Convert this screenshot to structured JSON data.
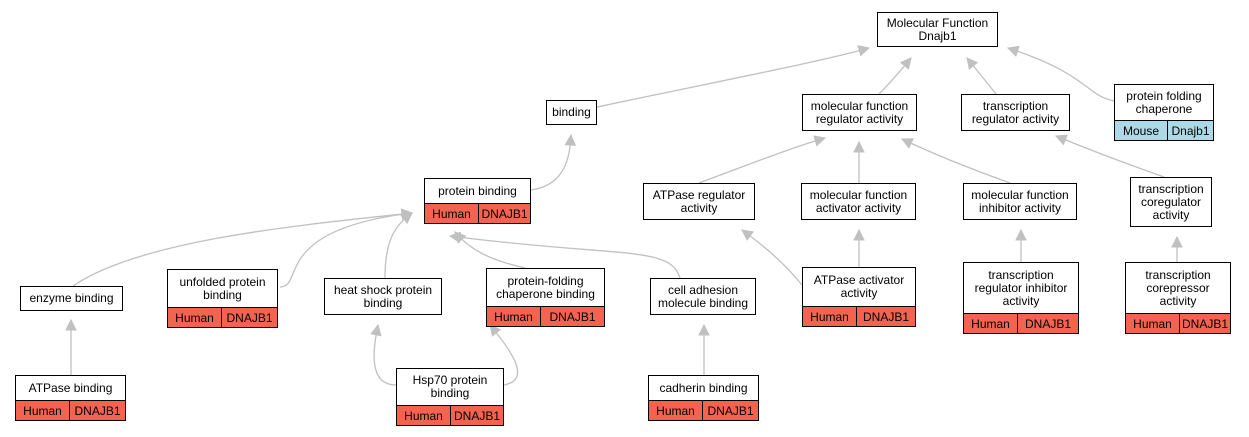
{
  "colors": {
    "human": "#f26450",
    "mouse": "#add8e6",
    "edge": "#c0c0c0"
  },
  "nodes": [
    {
      "id": "mf",
      "lines": [
        "Molecular Function",
        "Dnajb1"
      ]
    },
    {
      "id": "binding",
      "lines": [
        "binding"
      ]
    },
    {
      "id": "mfr",
      "lines": [
        "molecular function",
        "regulator activity"
      ]
    },
    {
      "id": "tra",
      "lines": [
        "transcription",
        "regulator activity"
      ]
    },
    {
      "id": "pfc",
      "lines": [
        "protein folding",
        "chaperone"
      ],
      "tags": [
        {
          "species": "Mouse",
          "gene": "Dnajb1"
        }
      ]
    },
    {
      "id": "pb",
      "lines": [
        "protein binding"
      ],
      "tags": [
        {
          "species": "Human",
          "gene": "DNAJB1"
        }
      ]
    },
    {
      "id": "atpr",
      "lines": [
        "ATPase regulator",
        "activity"
      ]
    },
    {
      "id": "mfa",
      "lines": [
        "molecular function",
        "activator activity"
      ]
    },
    {
      "id": "mfi",
      "lines": [
        "molecular function",
        "inhibitor activity"
      ]
    },
    {
      "id": "tcoreg",
      "lines": [
        "transcription",
        "coregulator",
        "activity"
      ]
    },
    {
      "id": "enz",
      "lines": [
        "enzyme binding"
      ]
    },
    {
      "id": "upb",
      "lines": [
        "unfolded protein",
        "binding"
      ],
      "tags": [
        {
          "species": "Human",
          "gene": "DNAJB1"
        }
      ]
    },
    {
      "id": "hspb",
      "lines": [
        "heat shock protein",
        "binding"
      ]
    },
    {
      "id": "pfcb",
      "lines": [
        "protein-folding",
        "chaperone binding"
      ],
      "tags": [
        {
          "species": "Human",
          "gene": "DNAJB1"
        }
      ]
    },
    {
      "id": "cadm",
      "lines": [
        "cell adhesion",
        "molecule binding"
      ]
    },
    {
      "id": "atpact",
      "lines": [
        "ATPase activator",
        "activity"
      ],
      "tags": [
        {
          "species": "Human",
          "gene": "DNAJB1"
        }
      ]
    },
    {
      "id": "trinh",
      "lines": [
        "transcription",
        "regulator inhibitor",
        "activity"
      ],
      "tags": [
        {
          "species": "Human",
          "gene": "DNAJB1"
        }
      ]
    },
    {
      "id": "tcorep",
      "lines": [
        "transcription",
        "corepressor",
        "activity"
      ],
      "tags": [
        {
          "species": "Human",
          "gene": "DNAJB1"
        }
      ]
    },
    {
      "id": "atpb",
      "lines": [
        "ATPase binding"
      ],
      "tags": [
        {
          "species": "Human",
          "gene": "DNAJB1"
        }
      ]
    },
    {
      "id": "hsp70",
      "lines": [
        "Hsp70 protein",
        "binding"
      ],
      "tags": [
        {
          "species": "Human",
          "gene": "DNAJB1"
        }
      ]
    },
    {
      "id": "cadh",
      "lines": [
        "cadherin binding"
      ],
      "tags": [
        {
          "species": "Human",
          "gene": "DNAJB1"
        }
      ]
    }
  ],
  "edges": [
    {
      "from": "binding",
      "to": "mf"
    },
    {
      "from": "mfr",
      "to": "mf"
    },
    {
      "from": "tra",
      "to": "mf"
    },
    {
      "from": "pfc",
      "to": "mf"
    },
    {
      "from": "pb",
      "to": "binding"
    },
    {
      "from": "atpr",
      "to": "mfr"
    },
    {
      "from": "mfa",
      "to": "mfr"
    },
    {
      "from": "mfi",
      "to": "mfr"
    },
    {
      "from": "tcoreg",
      "to": "tra"
    },
    {
      "from": "enz",
      "to": "pb"
    },
    {
      "from": "upb",
      "to": "pb"
    },
    {
      "from": "hspb",
      "to": "pb"
    },
    {
      "from": "pfcb",
      "to": "pb"
    },
    {
      "from": "cadm",
      "to": "pb"
    },
    {
      "from": "atpact",
      "to": "atpr"
    },
    {
      "from": "atpact",
      "to": "mfa"
    },
    {
      "from": "trinh",
      "to": "mfi"
    },
    {
      "from": "tcorep",
      "to": "tcoreg"
    },
    {
      "from": "atpb",
      "to": "enz"
    },
    {
      "from": "hsp70",
      "to": "hspb"
    },
    {
      "from": "hsp70",
      "to": "pfcb"
    },
    {
      "from": "cadh",
      "to": "cadm"
    }
  ]
}
